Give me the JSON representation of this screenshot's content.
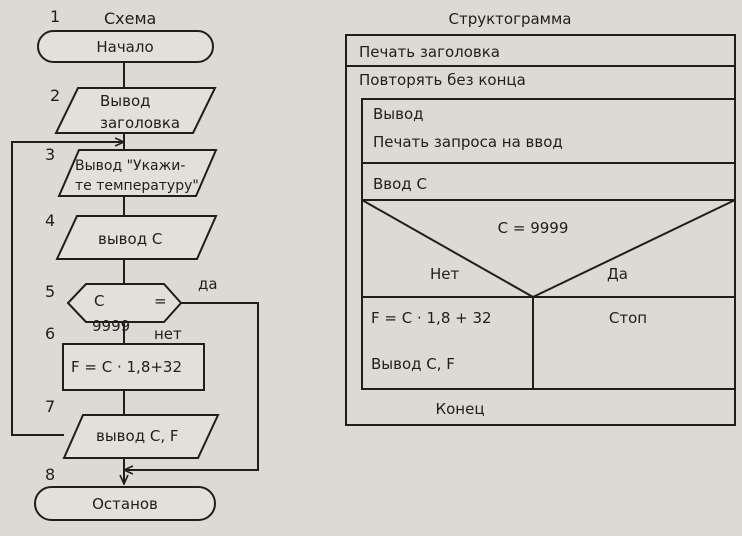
{
  "flowchart": {
    "title": "Схема",
    "numbers": [
      "1",
      "2",
      "3",
      "4",
      "5",
      "6",
      "7",
      "8"
    ],
    "start": "Начало",
    "output_header_line1": "Вывод",
    "output_header_line2": "заголовка",
    "prompt_line1": "Вывод \"Укажи-",
    "prompt_line2": "те температуру\"",
    "input_c": "вывод С",
    "decision_left": "С",
    "decision_eq": "=",
    "decision_value": "9999",
    "yes": "да",
    "no": "нет",
    "compute": "F = С · 1,8+32",
    "output_cf": "вывод С, F",
    "stop": "Останов"
  },
  "nsd": {
    "title": "Структограмма",
    "print_header": "Печать заголовка",
    "loop": "Повторять без конца",
    "output_label": "Вывод",
    "print_prompt": "Печать запроса на ввод",
    "input_c": "Ввод С",
    "condition": "С = 9999",
    "no": "Нет",
    "yes": "Да",
    "compute": "F = С · 1,8 + 32",
    "output_cf": "Вывод С, F",
    "stop": "Стоп",
    "end": "Конец"
  }
}
